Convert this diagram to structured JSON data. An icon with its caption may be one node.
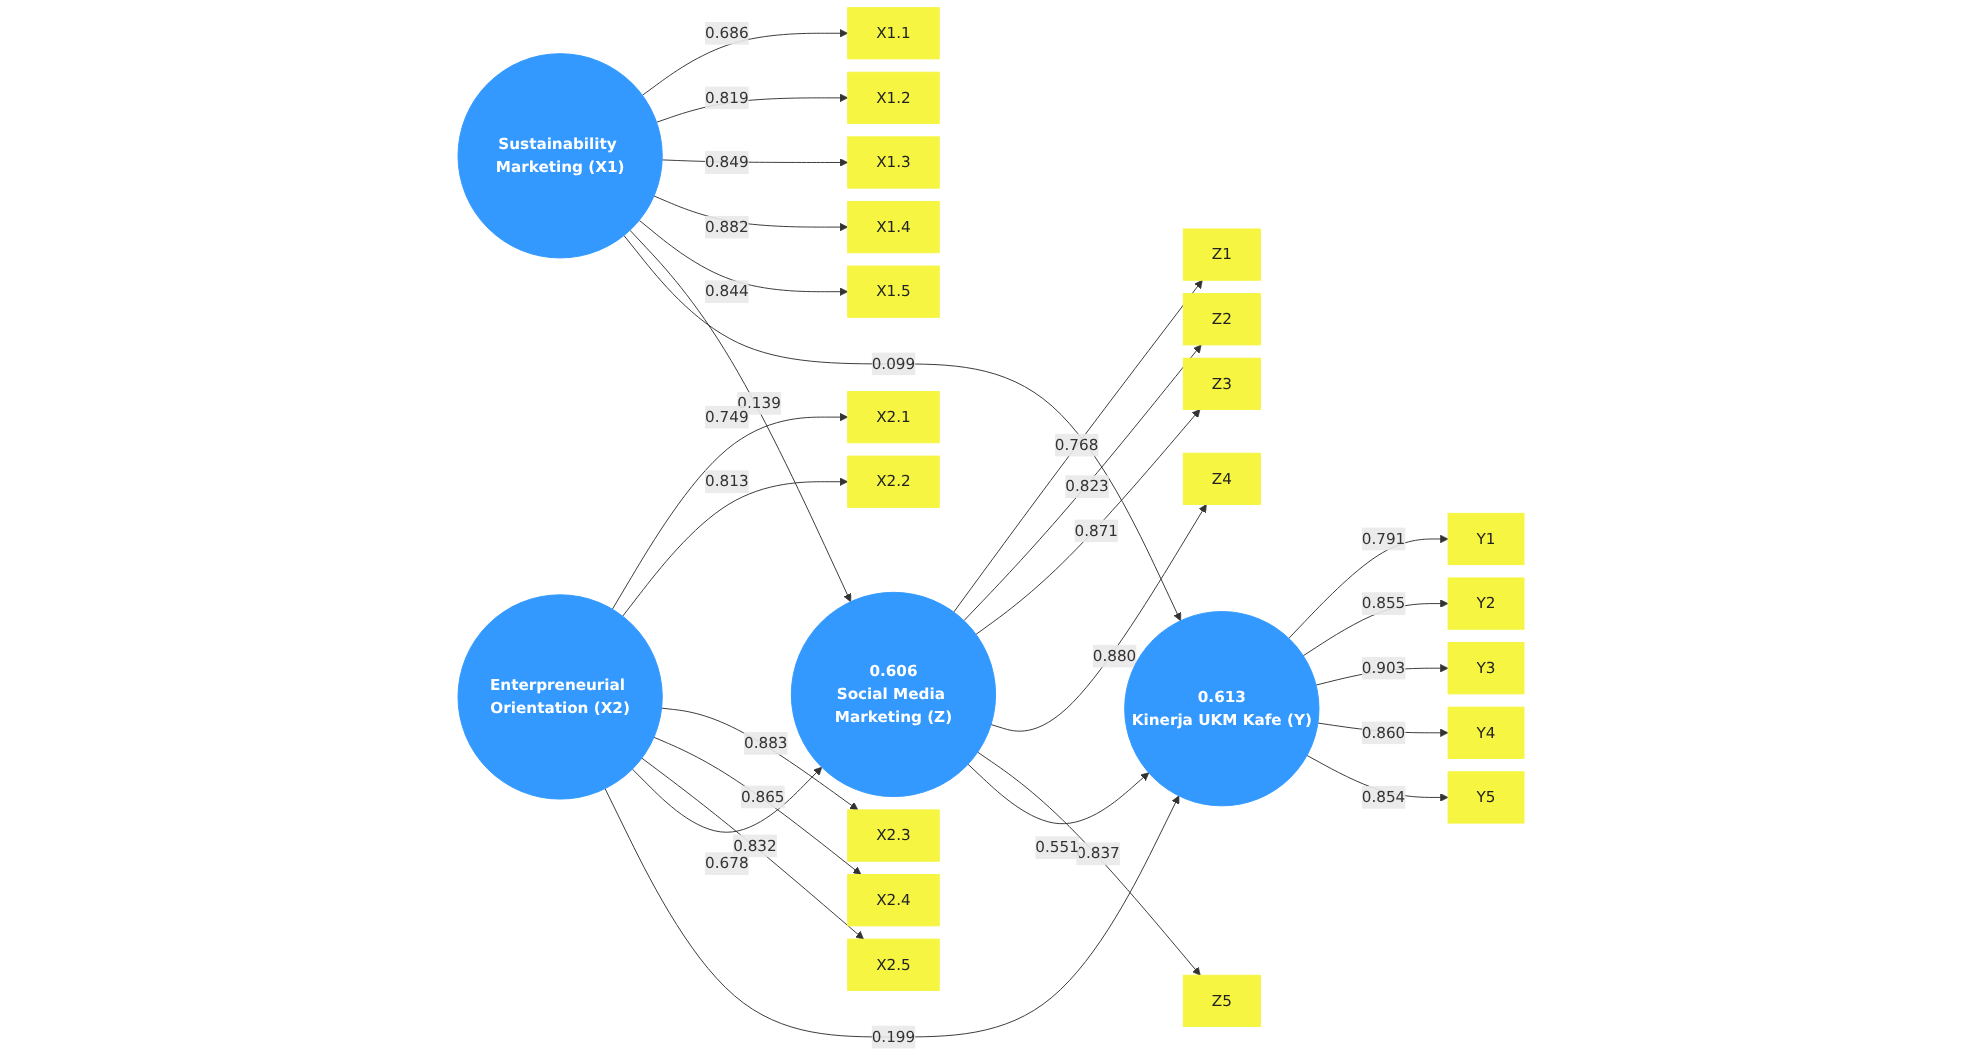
{
  "diagram": {
    "nodes": [
      {
        "text": [
          "X1.1"
        ]
      },
      {
        "text": [
          "X1.2"
        ]
      },
      {
        "text": [
          "X1.3"
        ]
      },
      {
        "text": [
          "X1.4"
        ]
      },
      {
        "text": [
          "X1.5"
        ]
      },
      {
        "text": [
          "Sustainability Marketing (X1)"
        ]
      },
      {
        "text": [
          "X2.1"
        ]
      },
      {
        "text": [
          "X2.2"
        ]
      },
      {
        "text": [
          "X2.3"
        ]
      },
      {
        "text": [
          "X2.4"
        ]
      },
      {
        "text": [
          "X2.5"
        ]
      },
      {
        "text": [
          "Enterpreneurial Orientation (X2)"
        ]
      },
      {
        "text": [
          "0.606",
          "Social Media Marketing (Z)"
        ]
      },
      {
        "text": [
          "Z1"
        ]
      },
      {
        "text": [
          "Z2"
        ]
      },
      {
        "text": [
          "Z3"
        ]
      },
      {
        "text": [
          "Z4"
        ]
      },
      {
        "text": [
          "Z5"
        ]
      },
      {
        "text": [
          "0.613",
          "Kinerja UKM Kafe (Y)"
        ]
      },
      {
        "text": [
          "Y1"
        ]
      },
      {
        "text": [
          "Y2"
        ]
      },
      {
        "text": [
          "Y3"
        ]
      },
      {
        "text": [
          "Y4"
        ]
      },
      {
        "text": [
          "Y5"
        ]
      }
    ],
    "edges": [
      {
        "from": 5,
        "to": 0,
        "arrow": "to",
        "label": "0.686"
      },
      {
        "from": 5,
        "to": 1,
        "arrow": "to",
        "label": "0.819"
      },
      {
        "from": 5,
        "to": 2,
        "arrow": "to",
        "label": "0.849"
      },
      {
        "from": 5,
        "to": 3,
        "arrow": "to",
        "label": "0.882"
      },
      {
        "from": 5,
        "to": 4,
        "arrow": "to",
        "label": "0.844"
      },
      {
        "from": 5,
        "to": 12,
        "arrow": "to",
        "label": "0.139"
      },
      {
        "from": 5,
        "to": 18,
        "arrow": "to",
        "label": "0.099"
      },
      {
        "from": 11,
        "to": 6,
        "arrow": "to",
        "label": "0.749"
      },
      {
        "from": 11,
        "to": 7,
        "arrow": "to",
        "label": "0.813"
      },
      {
        "from": 11,
        "to": 8,
        "arrow": "to",
        "label": "0.883"
      },
      {
        "from": 11,
        "to": 9,
        "arrow": "to",
        "label": "0.865"
      },
      {
        "from": 11,
        "to": 10,
        "arrow": "to",
        "label": "0.832"
      },
      {
        "from": 11,
        "to": 12,
        "arrow": "to",
        "label": "0.678"
      },
      {
        "from": 11,
        "to": 18,
        "arrow": "to",
        "label": "0.199"
      },
      {
        "from": 12,
        "to": 13,
        "arrow": "to",
        "label": "0.768"
      },
      {
        "from": 12,
        "to": 14,
        "arrow": "to",
        "label": "0.823"
      },
      {
        "from": 12,
        "to": 15,
        "arrow": "to",
        "label": "0.871"
      },
      {
        "from": 12,
        "to": 16,
        "arrow": "to",
        "label": "0.880"
      },
      {
        "from": 12,
        "to": 17,
        "arrow": "to",
        "label": "0.837"
      },
      {
        "from": 12,
        "to": 18,
        "arrow": "to",
        "label": "0.551"
      },
      {
        "from": 18,
        "to": 19,
        "arrow": "to",
        "label": "0.791"
      },
      {
        "from": 18,
        "to": 20,
        "arrow": "to",
        "label": "0.855"
      },
      {
        "from": 18,
        "to": 21,
        "arrow": "to",
        "label": "0.903"
      },
      {
        "from": 18,
        "to": 22,
        "arrow": "to",
        "label": "0.860"
      },
      {
        "from": 18,
        "to": 23,
        "arrow": "to",
        "label": "0.854"
      }
    ]
  }
}
